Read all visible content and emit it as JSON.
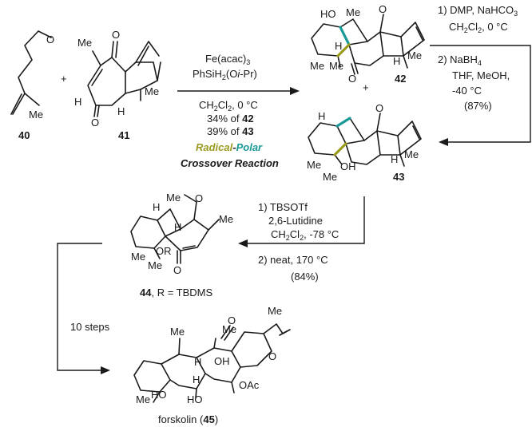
{
  "colors": {
    "radical": "#9a9a1e",
    "polar": "#1a9a96",
    "crossover": "#8a8a8a",
    "ink": "#1a1a1a"
  },
  "atoms": {
    "o": "O",
    "me": "Me",
    "h": "H",
    "ho": "HO",
    "oh": "OH",
    "or": "OR",
    "plus": "+",
    "oac": "OAc"
  },
  "compounds": {
    "c40": "40",
    "c41": "41",
    "c42": "42",
    "c43": "43",
    "c44": "44",
    "c44_suffix": ", R = TBDMS",
    "c45_name": "forskolin (",
    "c45": "45",
    "c45_close": ")"
  },
  "step1": {
    "reagent1": "Fe(acac)",
    "reagent1_sub": "3",
    "reagent2_a": "PhSiH",
    "reagent2_sub": "2",
    "reagent2_b": "(O",
    "reagent2_i": "i",
    "reagent2_c": "-Pr)",
    "solvent_a": "CH",
    "solvent_sub1": "2",
    "solvent_b": "Cl",
    "solvent_sub2": "2",
    "solvent_c": ", 0 °C",
    "yield42": "34% of ",
    "yield43": "39% of ",
    "radical": "Radical",
    "dash": "-",
    "polar": "Polar",
    "crossover": "Crossover Reaction"
  },
  "step2": {
    "line1": "1) DMP,  NaHCO",
    "line1_sub": "3",
    "line2_a": "CH",
    "line2_sub1": "2",
    "line2_b": "Cl",
    "line2_sub2": "2",
    "line2_c": ", 0 °C",
    "line3": "2) NaBH",
    "line3_sub": "4",
    "line4": "THF, MeOH,",
    "line5": "-40 °C",
    "line6": "(87%)"
  },
  "step3": {
    "line1": "1) TBSOTf",
    "line2": "2,6-Lutidine",
    "line3_a": "CH",
    "line3_sub1": "2",
    "line3_b": "Cl",
    "line3_sub2": "2",
    "line3_c": ", -78 °C",
    "line4": "2) neat, 170 °C",
    "line5": "(84%)"
  },
  "step4": {
    "label": "10 steps"
  }
}
